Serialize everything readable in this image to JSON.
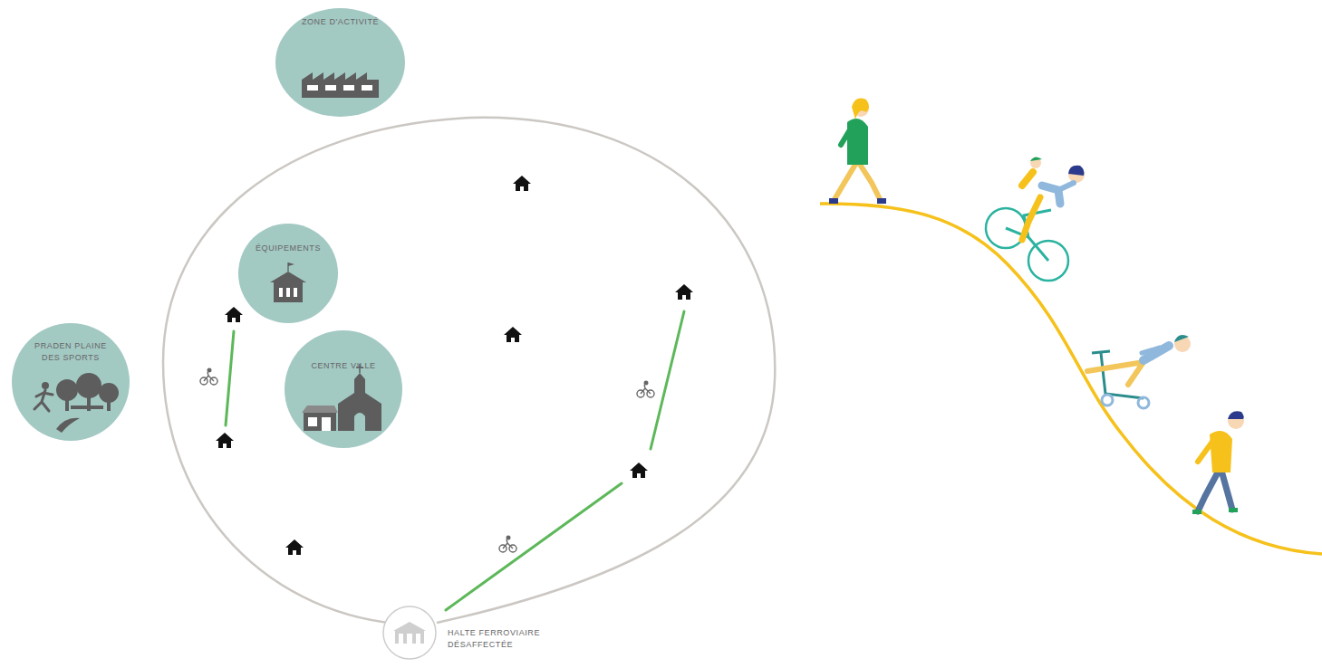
{
  "diagram": {
    "nodes": [
      {
        "text": [
          "ZONE D'ACTIVITÉ"
        ]
      },
      {
        "text": [
          "ÉQUIPEMENTS"
        ]
      },
      {
        "text": [
          "CENTRE VILLE"
        ]
      },
      {
        "text": [
          "PRADEN PLAINE DES SPORTS"
        ]
      },
      {
        "text": [
          "HALTE FERROVIAIRE DÉSAFFECTÉE"
        ]
      }
    ]
  }
}
